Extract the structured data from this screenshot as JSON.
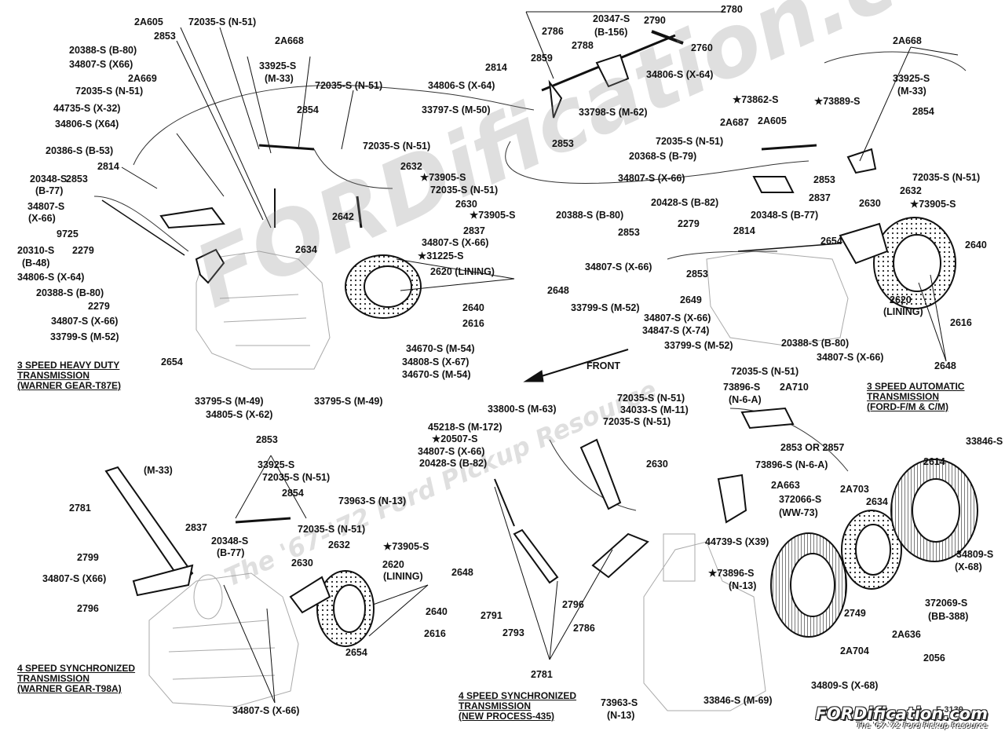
{
  "watermark": {
    "main": "FORDification.com",
    "sub": "The '67-'72 Ford Pickup Resource"
  },
  "logo": {
    "main": "FORDification.com",
    "tagline": "The '67-'72 Ford Pickup Resource"
  },
  "figure_number": "F-3139",
  "front_arrow_label": "FRONT",
  "section_titles": [
    {
      "id": "hd",
      "lines": [
        "3 SPEED HEAVY DUTY",
        "TRANSMISSION",
        "(WARNER GEAR-T87E)"
      ]
    },
    {
      "id": "auto",
      "lines": [
        "3 SPEED AUTOMATIC",
        "TRANSMISSION",
        "(FORD-F/M & C/M)"
      ]
    },
    {
      "id": "t98",
      "lines": [
        "4 SPEED SYNCHRONIZED",
        "TRANSMISSION",
        "(WARNER GEAR-T98A)"
      ]
    },
    {
      "id": "np435",
      "lines": [
        "4 SPEED SYNCHRONIZED",
        "TRANSMISSION",
        "(NEW PROCESS-435)"
      ]
    }
  ],
  "part_labels": [
    "2A605",
    "72035-S (N-51)",
    "2853",
    "2A668",
    "20388-S (B-80)",
    "33925-S",
    "34807-S (X66)",
    "(M-33)",
    "2A669",
    "72035-S (N-51)",
    "72035-S (N-51)",
    "44735-S (X-32)",
    "2854",
    "34806-S (X64)",
    "72035-S (N-51)",
    "20386-S (B-53)",
    "2632",
    "2814",
    "★73905-S",
    "20348-S",
    "72035-S (N-51)",
    "(B-77)",
    "2853",
    "2630",
    "2642",
    "34807-S",
    "★73905-S",
    "(X-66)",
    "2837",
    "9725",
    "34807-S (X-66)",
    "20310-S",
    "2279",
    "★31225-S",
    "(B-48)",
    "2634",
    "2620 (LINING)",
    "34806-S (X-64)",
    "2648",
    "20388-S (B-80)",
    "2640",
    "2279",
    "2616",
    "34807-S (X-66)",
    "33799-S (M-52)",
    "2654",
    "34670-S (M-54)",
    "34808-S (X-67)",
    "34670-S (M-54)",
    "33795-S (M-49)",
    "34805-S (X-62)",
    "33795-S (M-49)",
    "2780",
    "2786",
    "20347-S",
    "2790",
    "(B-156)",
    "2788",
    "2760",
    "2814",
    "2859",
    "34806-S (X-64)",
    "34806-S (X-64)",
    "33797-S (M-50)",
    "33798-S (M-62)",
    "2853",
    "2A668",
    "33925-S",
    "(M-33)",
    "★73862-S",
    "★73889-S",
    "2854",
    "2A687",
    "2A605",
    "72035-S (N-51)",
    "20368-S (B-79)",
    "2853",
    "72035-S (N-51)",
    "34807-S (X-66)",
    "2632",
    "20428-S (B-82)",
    "20348-S (B-77)",
    "2837",
    "2630",
    "★73905-S",
    "20388-S (B-80)",
    "2279",
    "2814",
    "2853",
    "2654",
    "2640",
    "34807-S (X-66)",
    "2853",
    "2649",
    "33799-S (M-52)",
    "2620",
    "(LINING)",
    "34807-S (X-66)",
    "34847-S (X-74)",
    "2616",
    "33799-S (M-52)",
    "20388-S (B-80)",
    "34807-S (X-66)",
    "2648",
    "2853",
    "33925-S",
    "(M-33)",
    "72035-S (N-51)",
    "2854",
    "73963-S (N-13)",
    "2781",
    "72035-S (N-51)",
    "2837",
    "20348-S",
    "2632",
    "★73905-S",
    "(B-77)",
    "2799",
    "2620",
    "(LINING)",
    "2630",
    "2648",
    "34807-S (X66)",
    "2640",
    "2796",
    "2616",
    "2654",
    "34807-S (X-66)",
    "72035-S (N-51)",
    "73896-S",
    "2A710",
    "(N-6-A)",
    "72035-S (N-51)",
    "33800-S (M-63)",
    "34033-S (M-11)",
    "72035-S (N-51)",
    "45218-S (M-172)",
    "2853 OR 2857",
    "★20507-S",
    "73896-S (N-6-A)",
    "34807-S (X-66)",
    "2630",
    "20428-S (B-82)",
    "2A663",
    "33846-S (M-69)",
    "2614",
    "2A703",
    "2634",
    "372066-S",
    "(WW-73)",
    "44739-S (X39)",
    "★73896-S",
    "(N-13)",
    "34809-S",
    "(X-68)",
    "2796",
    "372069-S",
    "2749",
    "(BB-388)",
    "2791",
    "2786",
    "2793",
    "2A636",
    "2A704",
    "2056",
    "2781",
    "34809-S (X-68)",
    "73963-S",
    "33846-S (M-69)",
    "(N-13)"
  ]
}
